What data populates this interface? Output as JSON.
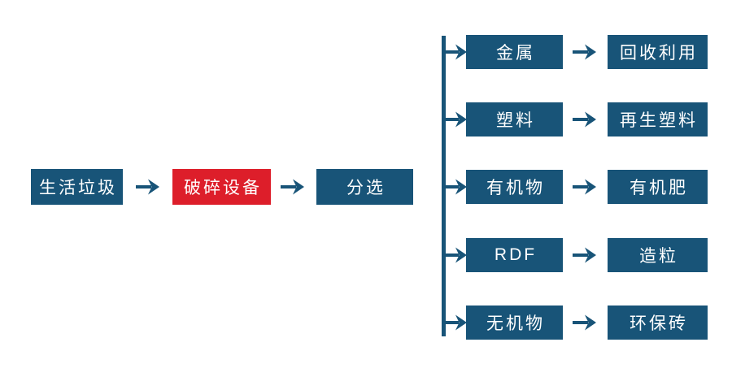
{
  "colors": {
    "node_blue": "#185478",
    "node_red": "#dd1e2a",
    "arrow_blue": "#185478",
    "text": "#ffffff",
    "background": "#ffffff"
  },
  "diagram": {
    "type": "flowchart",
    "main_flow": [
      {
        "label": "生活垃圾"
      },
      {
        "label": "破碎设备"
      },
      {
        "label": "分选"
      }
    ],
    "branches": [
      {
        "category": "金属",
        "result": "回收利用"
      },
      {
        "category": "塑料",
        "result": "再生塑料"
      },
      {
        "category": "有机物",
        "result": "有机肥"
      },
      {
        "category": "RDF",
        "result": "造粒"
      },
      {
        "category": "无机物",
        "result": "环保砖"
      }
    ]
  }
}
